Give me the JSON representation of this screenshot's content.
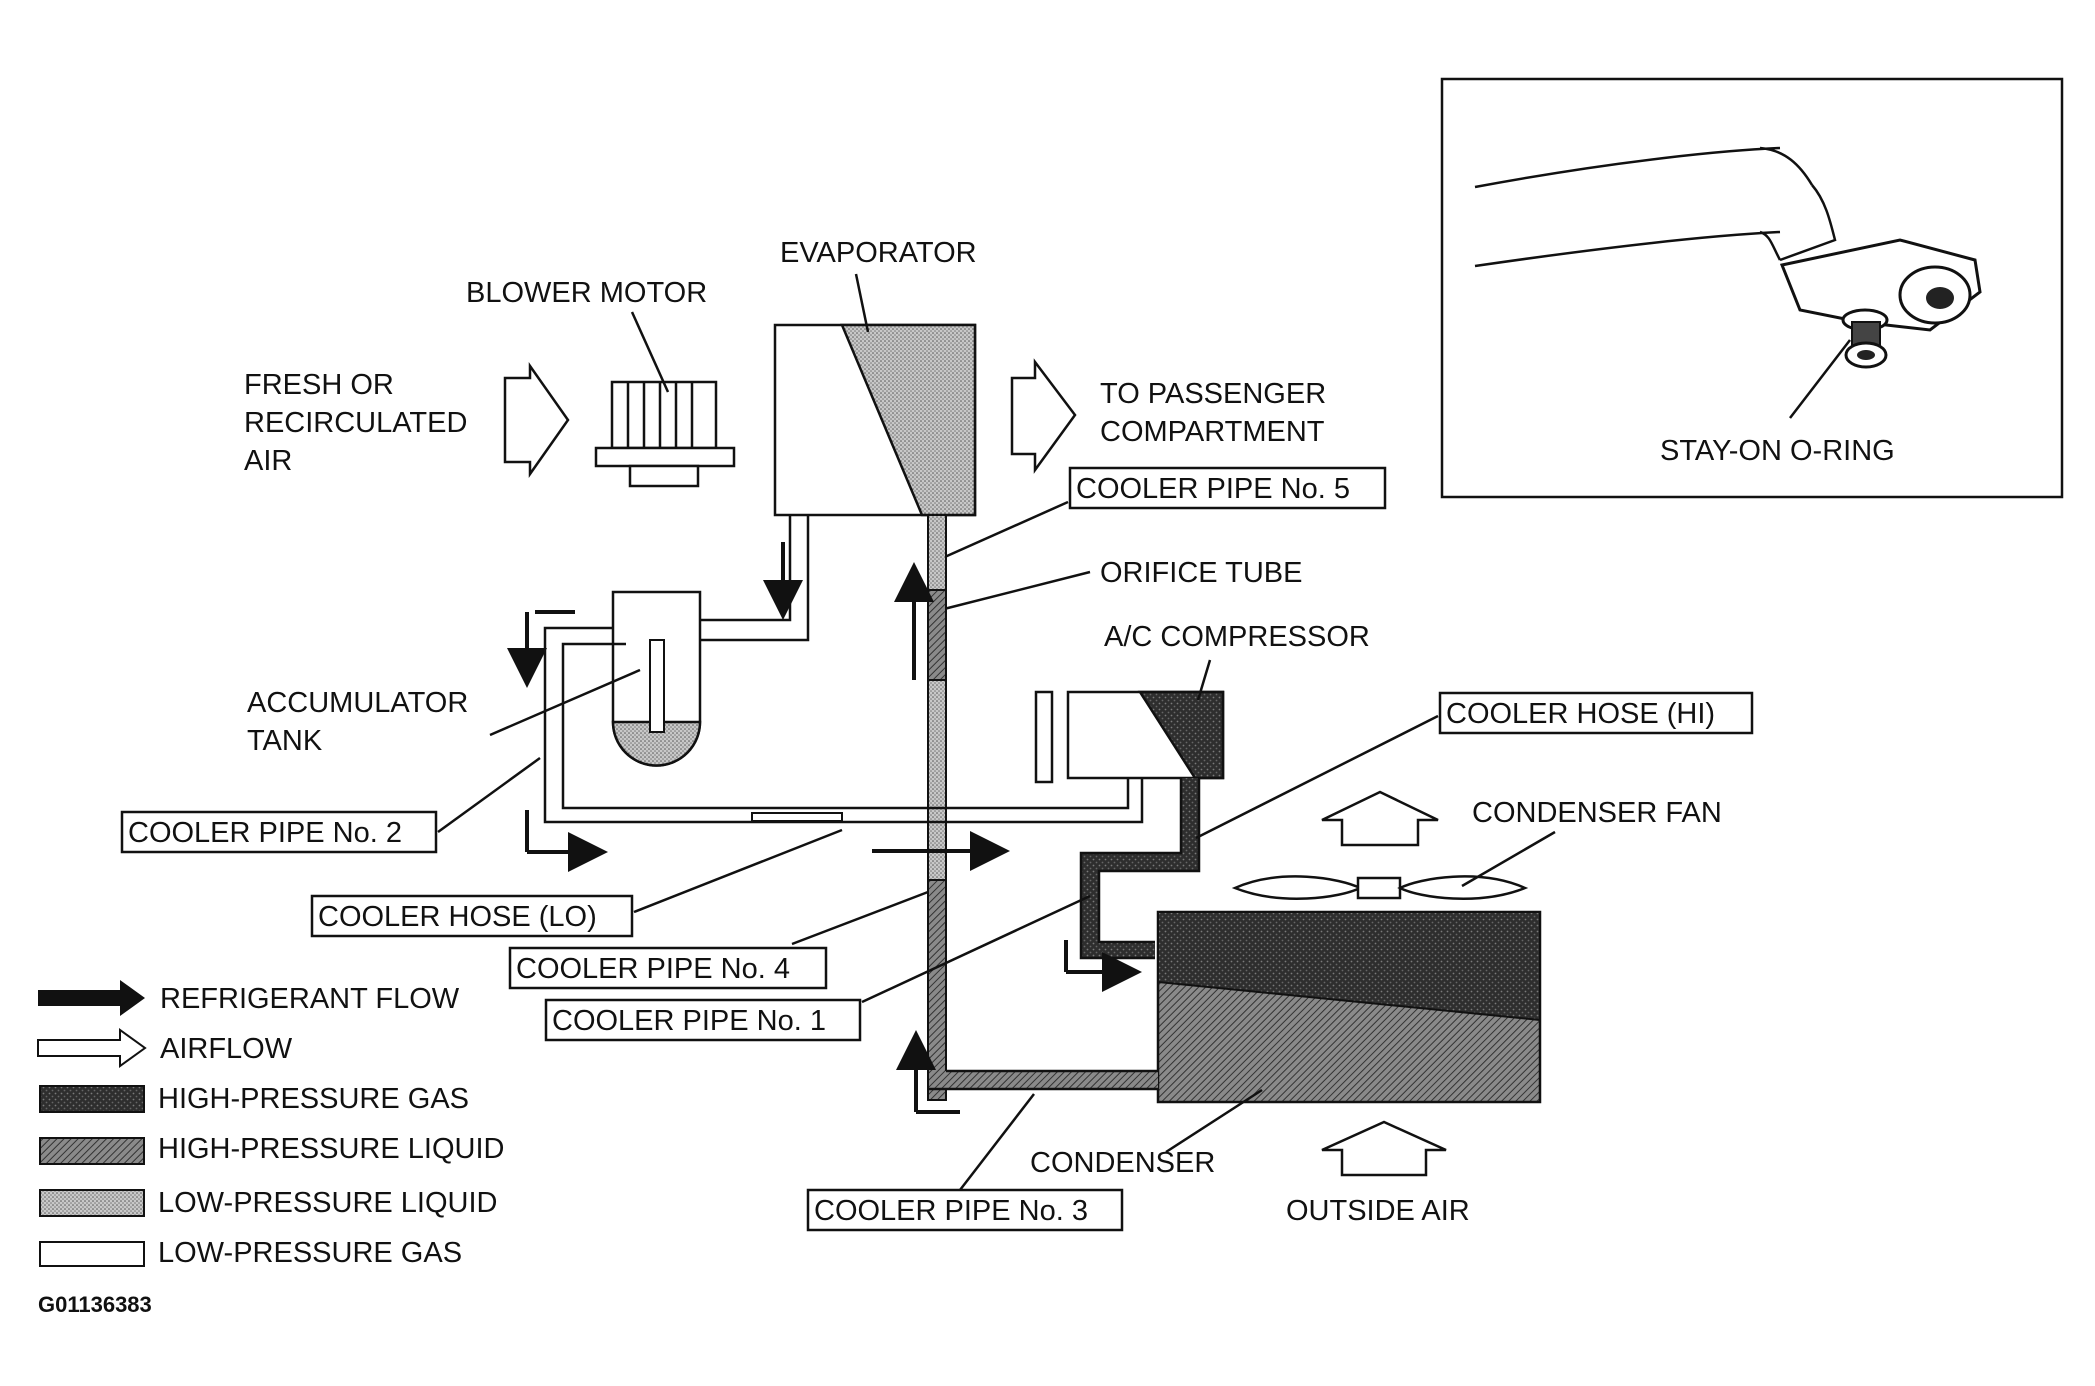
{
  "labels": {
    "fresh_air_1": "FRESH OR",
    "fresh_air_2": "RECIRCULATED",
    "fresh_air_3": "AIR",
    "blower_motor": "BLOWER MOTOR",
    "evaporator": "EVAPORATOR",
    "to_passenger_1": "TO PASSENGER",
    "to_passenger_2": "COMPARTMENT",
    "cooler_pipe_5": "COOLER PIPE No. 5",
    "orifice_tube": "ORIFICE TUBE",
    "ac_compressor": "A/C COMPRESSOR",
    "accumulator_1": "ACCUMULATOR",
    "accumulator_2": "TANK",
    "cooler_hose_hi": "COOLER HOSE (HI)",
    "condenser_fan": "CONDENSER FAN",
    "cooler_pipe_2": "COOLER PIPE No. 2",
    "cooler_hose_lo": "COOLER HOSE (LO)",
    "cooler_pipe_4": "COOLER PIPE No. 4",
    "cooler_pipe_1": "COOLER PIPE No. 1",
    "condenser": "CONDENSER",
    "cooler_pipe_3": "COOLER PIPE No. 3",
    "outside_air": "OUTSIDE AIR",
    "stay_on_oring": "STAY-ON O-RING"
  },
  "legend": {
    "refrigerant_flow": "REFRIGERANT FLOW",
    "airflow": "AIRFLOW",
    "hp_gas": "HIGH-PRESSURE GAS",
    "hp_liquid": "HIGH-PRESSURE LIQUID",
    "lp_liquid": "LOW-PRESSURE LIQUID",
    "lp_gas": "LOW-PRESSURE GAS"
  },
  "figure_id": "G01136383",
  "colors": {
    "hp_gas": "#3a3a3a",
    "hp_liquid": "#6a6a6a",
    "lp_liquid": "#a8a8a8",
    "lp_gas": "#ffffff"
  }
}
